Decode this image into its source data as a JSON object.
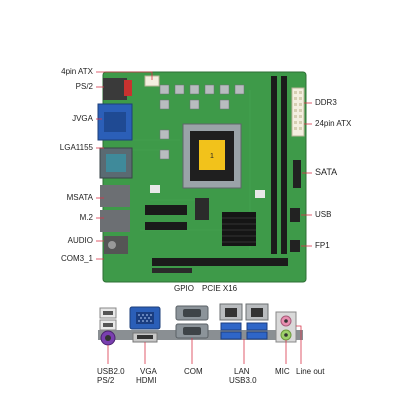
{
  "board_labels_left": [
    "4pin ATX",
    "PS/2",
    "JVGA",
    "LGA1155",
    "MSATA",
    "M.2",
    "AUDIO",
    "COM3_1"
  ],
  "board_labels_right": [
    "DDR3",
    "24pin ATX",
    "SATA",
    "USB",
    "FP1"
  ],
  "board_labels_bottom": [
    "GPIO",
    "PCIE X16"
  ],
  "chip_marking": "1",
  "io_labels": {
    "usb_ps2": [
      "USB2.0",
      "PS/2"
    ],
    "vga_hdmi": [
      "VGA",
      "HDMI"
    ],
    "com": "COM",
    "lan_usb": [
      "LAN",
      "USB3.0"
    ],
    "mic": "MIC",
    "line_out": "Line out"
  },
  "colors": {
    "pcb": "#3e9a49",
    "pcb_dark": "#2f7d3a",
    "leader_line": "#d8344a",
    "vga_port": "#2b5fb8",
    "usb3_port": "#2f66c8",
    "mic_jack": "#e88fb0",
    "line_out_jack": "#9ed06a",
    "ps2_port": "#7a3fb0"
  }
}
